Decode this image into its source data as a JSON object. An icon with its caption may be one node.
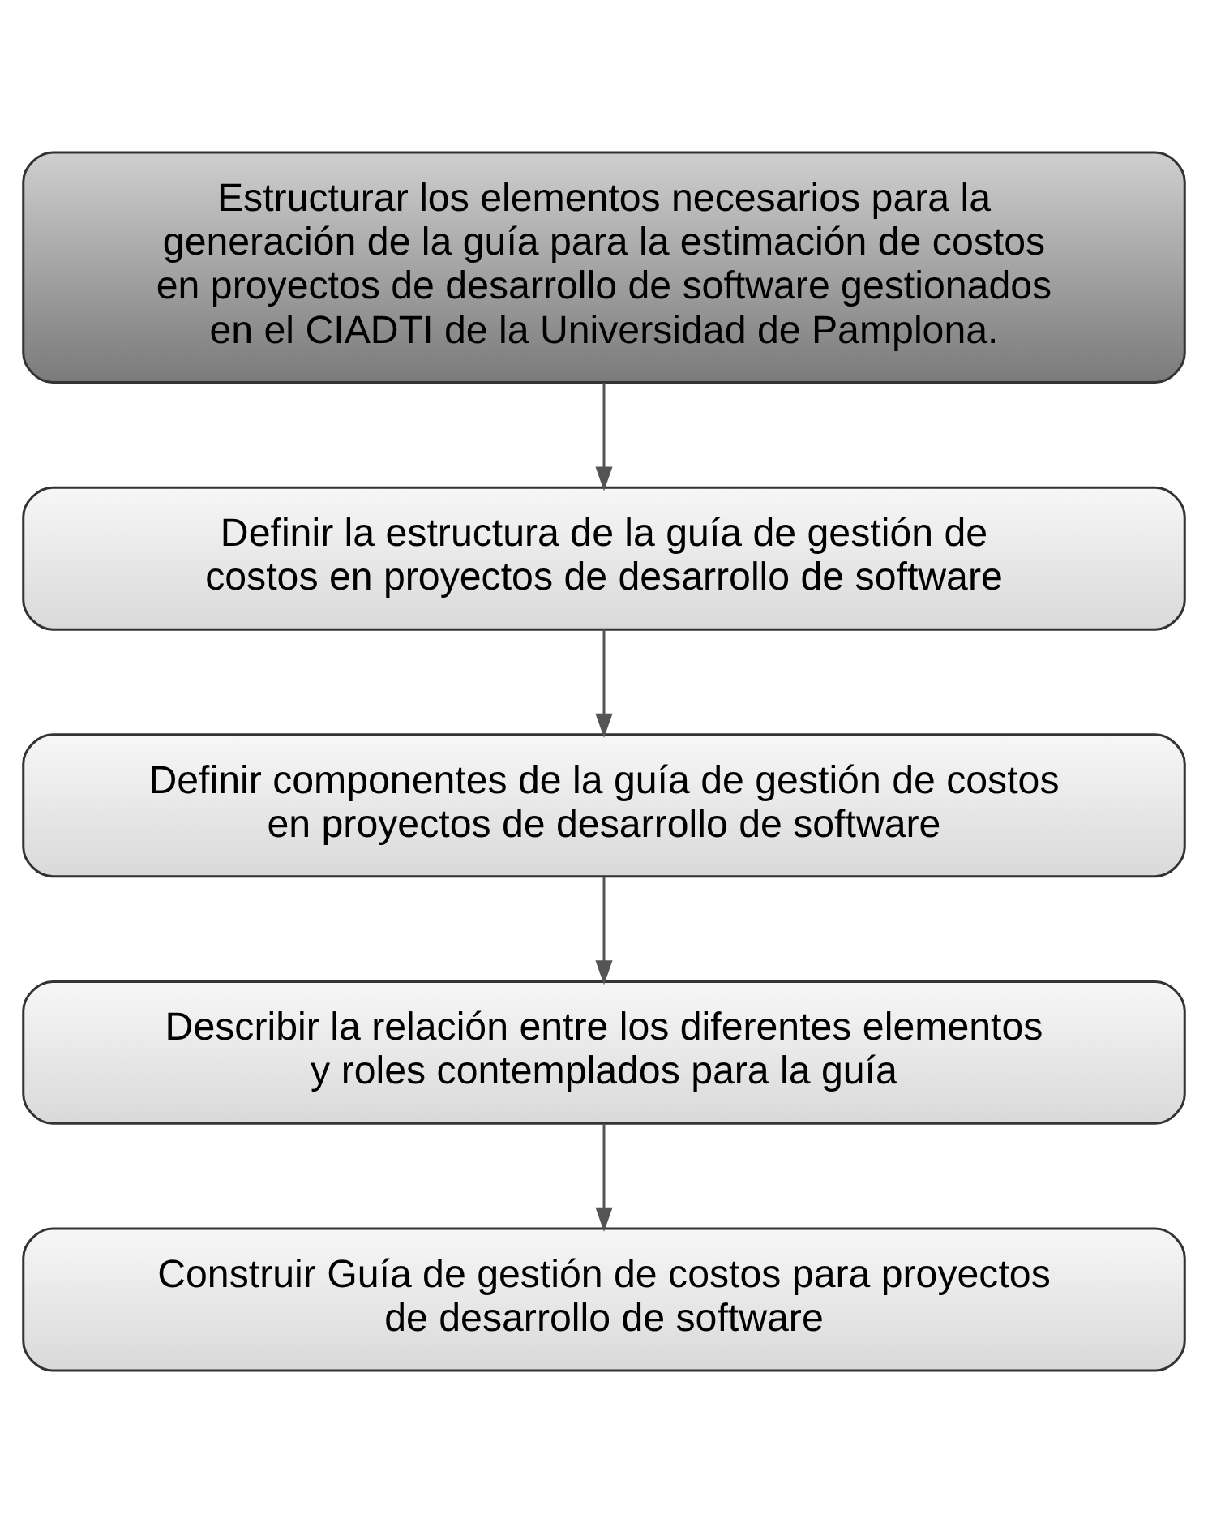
{
  "diagram": {
    "nodes": [
      {
        "text": [
          "Estructurar los elementos necesarios para la generación de la guía para la estimación de costos en proyectos de desarrollo de software gestionados en el CIADTI de la Universidad de Pamplona."
        ]
      },
      {
        "text": [
          "Definir la estructura de la guía de gestión de costos en proyectos de desarrollo de software"
        ]
      },
      {
        "text": [
          "Definir componentes de la guía de gestión de costos en proyectos de desarrollo de software"
        ]
      },
      {
        "text": [
          "Describir la relación entre los diferentes elementos y roles contemplados para la guía"
        ]
      },
      {
        "text": [
          "Construir Guía de gestión de costos para proyectos de desarrollo de software"
        ]
      }
    ],
    "edges": [
      {
        "from": 0,
        "to": 1,
        "arrow": "to"
      },
      {
        "from": 1,
        "to": 2,
        "arrow": "to"
      },
      {
        "from": 2,
        "to": 3,
        "arrow": "to"
      },
      {
        "from": 3,
        "to": 4,
        "arrow": "to"
      }
    ]
  }
}
